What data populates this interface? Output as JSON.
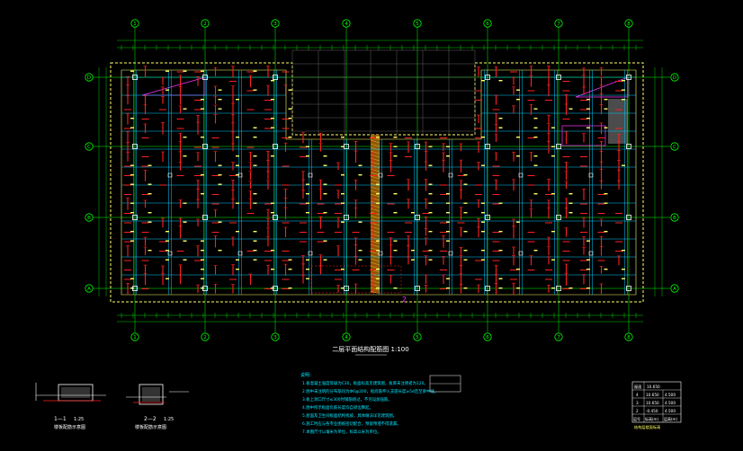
{
  "colors": {
    "background": "#000000",
    "axis": "#00ff00",
    "slab": "#ffff66",
    "beam": "#00ccff",
    "rebar": "#ff2020",
    "column": "#ffffff",
    "note": "#00e6ff",
    "magenta": "#ff33ff"
  },
  "grid": {
    "columns": [
      "1",
      "2",
      "3",
      "4",
      "5",
      "6",
      "7",
      "8"
    ],
    "rows": [
      "D",
      "C",
      "B",
      "A"
    ]
  },
  "plan": {
    "title": "二层平面结构配筋图  1:100",
    "zone_mark": "2"
  },
  "sections": [
    {
      "mark": "1—1",
      "scale": "1:25",
      "caption": "楼板配筋示意图"
    },
    {
      "mark": "2—2",
      "scale": "1:25",
      "caption": "楼板配筋示意图"
    }
  ],
  "notes": {
    "heading": "说明：",
    "items": [
      "1.板混凝土强度等级为C30，板面标高见建筑图，板厚未注明者为120。",
      "2.图中未注明的分布筋均为Φ6@200，板底筋伸入支座长度≥5d且至梁中线。",
      "3.板上洞口尺寸≤300时钢筋绕过，不另设加强筋。",
      "4.图中所示板面负筋长度均自梁边算起。",
      "5.屋面及卫生间板面结构找坡，具体做法详见建筑图。",
      "6.施工时应与各专业图纸密切配合，预留预埋不得遗漏。",
      "7.本图尺寸以毫米为单位，标高以米为单位。"
    ]
  },
  "level_table": {
    "rows": [
      [
        "屋面",
        "10.650"
      ],
      [
        "4",
        "10.650",
        "4.500"
      ],
      [
        "3",
        "10.650",
        "4.500"
      ],
      [
        "2",
        "-0.450",
        "4.500"
      ],
      [
        "层号",
        "标高(m)",
        "层高(m)"
      ]
    ],
    "footer": "结构层楼面标高"
  }
}
